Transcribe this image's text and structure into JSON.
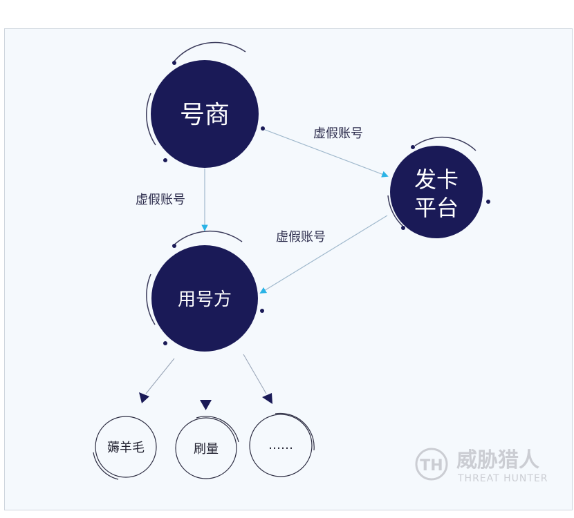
{
  "nodes": {
    "haoshang": "号商",
    "faka_line1": "发卡",
    "faka_line2": "平台",
    "yonghaofang": "用号方"
  },
  "edges": {
    "haoshang_to_faka": "虚假账号",
    "haoshang_to_yonghaofang": "虚假账号",
    "faka_to_yonghaofang": "虚假账号"
  },
  "outcomes": [
    "薅羊毛",
    "刷量",
    "……"
  ],
  "watermark": {
    "logo_letters": "TH",
    "cn_name": "威胁猎人",
    "en_name": "THREAT HUNTER"
  },
  "colors": {
    "node_fill": "#1a1a57",
    "arrow_cyan": "#2ab3e6",
    "arrow_navy": "#1a1a57",
    "line_gray": "#9aa6b8",
    "panel_bg": "#f5f9fd"
  }
}
